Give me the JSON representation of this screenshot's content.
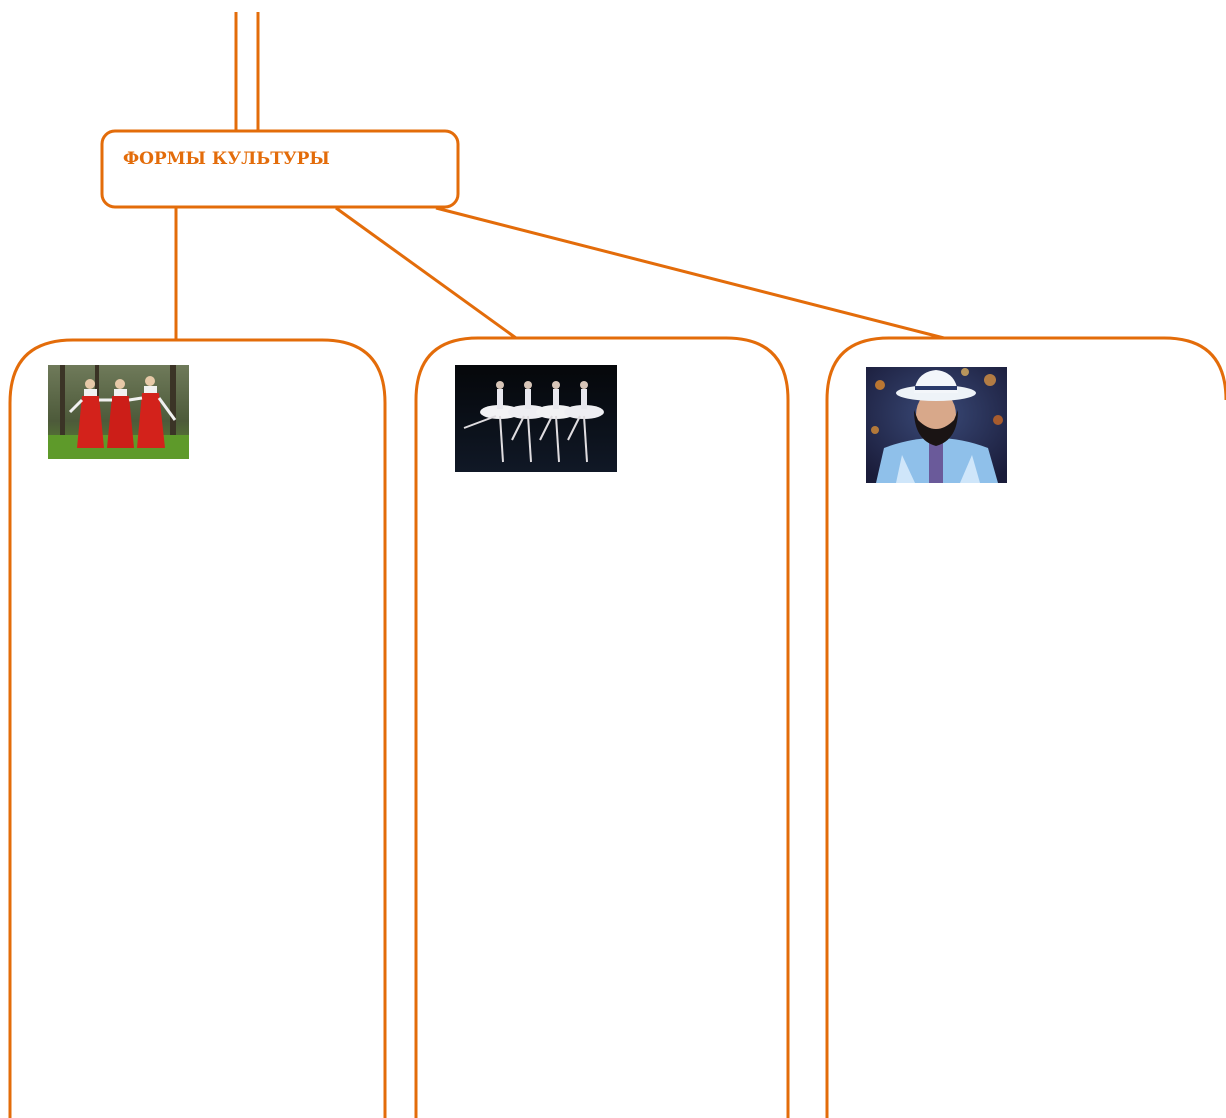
{
  "colors": {
    "accent": "#E36C0A",
    "background": "#FFFFFF"
  },
  "root": {
    "title": "ФОРМЫ КУЛЬТУРЫ"
  },
  "branches": [
    {
      "photo": "folk-dancers-photo"
    },
    {
      "photo": "ballet-dancers-photo"
    },
    {
      "photo": "pop-singer-photo"
    }
  ]
}
